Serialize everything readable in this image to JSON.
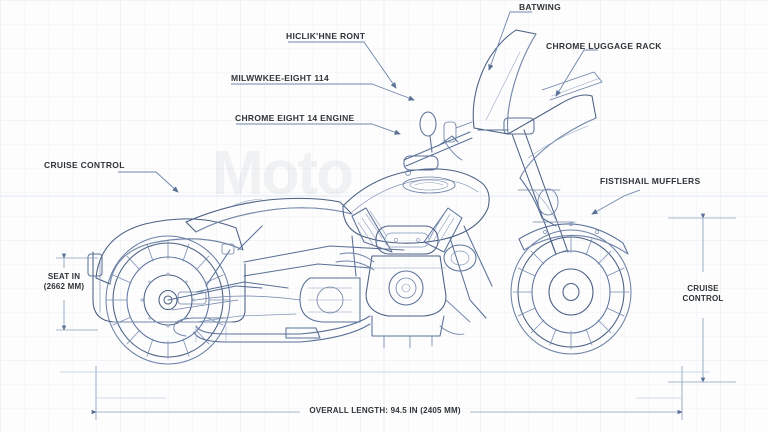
{
  "document": {
    "type": "technical-blueprint",
    "subject": "Touring motorcycle side elevation",
    "watermark": "Moto",
    "background_color": "#fdfdfd",
    "grid_color": "#dfe6f0",
    "line_color": "#4a5f82",
    "label_color": "#2e3438"
  },
  "callouts": [
    {
      "id": "batwing",
      "text": "BATWING"
    },
    {
      "id": "handlebar-front",
      "text": "HICLIK'HNE RONT"
    },
    {
      "id": "milwaukee",
      "text": "MILWWKEE-EIGHT 114"
    },
    {
      "id": "chrome-engine",
      "text": "CHROME EIGHT 14 ENGINE"
    },
    {
      "id": "luggage-rack",
      "text": "CHROME LUGGAGE RACK"
    },
    {
      "id": "cruise-left",
      "text": "CRUISE CONTROL"
    },
    {
      "id": "mufflers",
      "text": "FISTISHAIL MUFFLERS"
    }
  ],
  "dimensions": {
    "seat_height": {
      "line1": "SEAT IN",
      "line2": "(2662 MM)"
    },
    "overall_length": "OVERALL LENGTH: 94.5 IN (2405 MM)",
    "right_vertical": {
      "line1": "CRUISE",
      "line2": "CONTROL"
    }
  }
}
